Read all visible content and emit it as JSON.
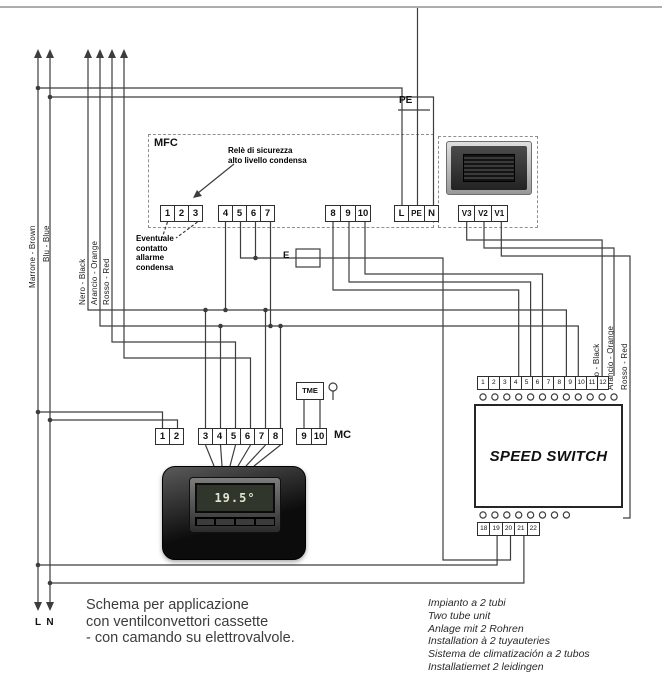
{
  "top": {
    "pe_label": "PE"
  },
  "left_wires": {
    "labels": [
      "Marrone - Brown",
      "Blu - Blue"
    ]
  },
  "mid_wires": {
    "labels": [
      "Nero - Black",
      "Arancio - Orange",
      "Rosso - Red"
    ]
  },
  "right_wires": {
    "labels": [
      "Nero - Black",
      "Arancio - Orange",
      "Rosso - Red"
    ]
  },
  "mfc": {
    "label": "MFC",
    "relay_note": {
      "line1": "Relè di sicurezza",
      "line2": "alto livello condensa"
    },
    "alarm_note": {
      "line1": "Eventuale",
      "line2": "contatto",
      "line3": "allarme",
      "line4": "condensa"
    },
    "terminals_a": [
      "1",
      "2",
      "3"
    ],
    "terminals_b": [
      "4",
      "5",
      "6",
      "7"
    ],
    "terminals_c": [
      "8",
      "9",
      "10"
    ],
    "terminals_d": [
      "L",
      "PE",
      "N"
    ],
    "terminals_v": [
      "V3",
      "V2",
      "V1"
    ]
  },
  "valve": {
    "label": "E"
  },
  "tme": {
    "label": "TME"
  },
  "mc": {
    "label": "MC",
    "terminals_a": [
      "1",
      "2"
    ],
    "terminals_b": [
      "3",
      "4",
      "5",
      "6",
      "7",
      "8"
    ],
    "terminals_c": [
      "9",
      "10"
    ]
  },
  "thermostat": {
    "display": "19.5°"
  },
  "speed_switch": {
    "label": "SPEED SWITCH",
    "top_terminals": [
      "1",
      "2",
      "3",
      "4",
      "5",
      "6",
      "7",
      "8",
      "9",
      "10",
      "11",
      "12"
    ],
    "bottom_terminals": [
      "18",
      "19",
      "20",
      "21",
      "22"
    ]
  },
  "mains": {
    "l": "L",
    "n": "N"
  },
  "caption": {
    "line1": "Schema per applicazione",
    "line2": "con ventilconvettori cassette",
    "line3": "- con camando su elettrovalvole."
  },
  "languages": {
    "line1": "Impianto a 2 tubi",
    "line2": "Two tube unit",
    "line3": "Anlage mit 2 Rohren",
    "line4": "Installation à 2 tuyauteries",
    "line5": "Sistema de climatización a 2 tubos",
    "line6": "Installatiemet 2 leidingen"
  },
  "colors": {
    "wire": "#3d3d3d",
    "box_border": "#2b2b2b"
  }
}
